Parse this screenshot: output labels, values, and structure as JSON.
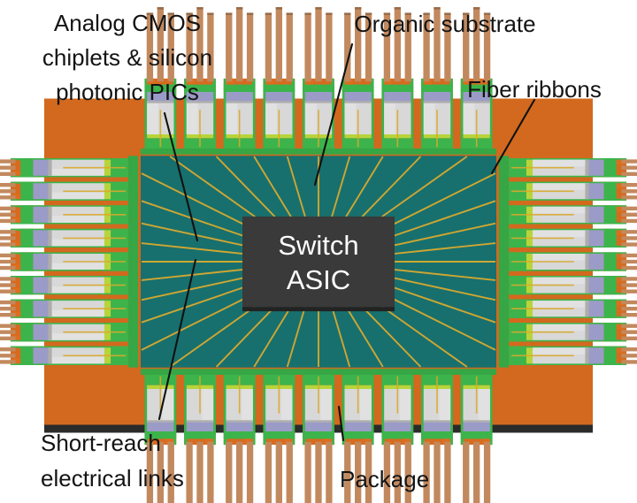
{
  "figure": {
    "title": "Co-packaged optics switch package (isometric cutaway)",
    "background": "#ffffff"
  },
  "chip": {
    "asic_label_line1": "Switch",
    "asic_label_line2": "ASIC",
    "asic_color": "#3a3a3a",
    "substrate_color": "#17706e",
    "package_color": "#d2691e",
    "chiplet_color": "#d8d8d8",
    "rail_color": "#3cb44b",
    "lavender_color": "#9b9bc8",
    "ribbon_color": "#c2895e",
    "trace_color": "#d9a92e",
    "modules_per_edge": 9,
    "ribbons_per_module": 3,
    "radial_traces": 36
  },
  "labels": {
    "chiplets": {
      "line1": "Analog CMOS",
      "line2": "chiplets & silicon",
      "line3": "photonic PICs"
    },
    "organic_substrate": "Organic substrate",
    "fiber_ribbons": "Fiber ribbons",
    "short_reach": {
      "line1": "Short-reach",
      "line2": "electrical links"
    },
    "package": "Package"
  },
  "colors": {
    "text": "#141414",
    "leader": "#111111",
    "asic_text": "#ffffff"
  }
}
